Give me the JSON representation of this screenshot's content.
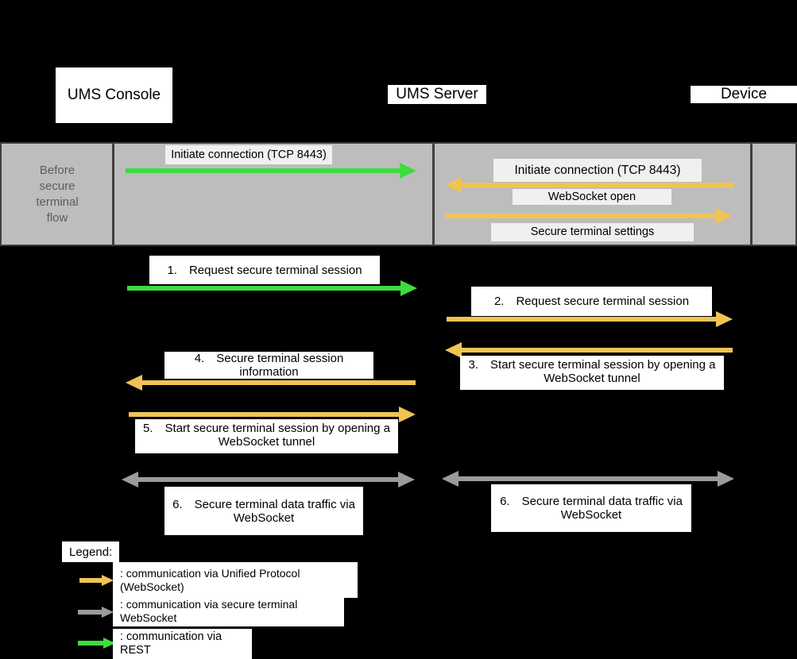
{
  "colors": {
    "page_bg": "#000000",
    "rest_green": "#3edc3e",
    "unified_orange": "#efc455",
    "ws_gray": "#9b9b9b",
    "band_bg": "#bdbdbd",
    "band_line": "#3f3f3f",
    "band_text": "#5c5c5c",
    "band_label_bg": "#f0f0f0",
    "label_bg": "#ffffff"
  },
  "actors": {
    "console": "UMS Console",
    "server": "UMS Server",
    "device": "Device"
  },
  "before_flow": {
    "title": "Before\nsecure\nterminal\nflow",
    "messages": [
      {
        "label": "Initiate connection (TCP 8443)"
      },
      {
        "label": "Initiate connection (TCP 8443)"
      },
      {
        "label": "WebSocket open"
      },
      {
        "label": "Secure terminal settings"
      }
    ]
  },
  "steps": [
    {
      "num": "1.",
      "label": "Request secure terminal session"
    },
    {
      "num": "2.",
      "label": "Request secure terminal session"
    },
    {
      "num": "3.",
      "label": "Start secure terminal session by opening a WebSocket tunnel"
    },
    {
      "num": "4.",
      "label": "Secure terminal session information"
    },
    {
      "num": "5.",
      "label": "Start secure terminal session by opening a WebSocket tunnel"
    },
    {
      "num": "6.",
      "label": "Secure terminal data traffic via WebSocket"
    },
    {
      "num": "6.",
      "label": "Secure terminal data traffic via WebSocket"
    }
  ],
  "legend": {
    "title": "Legend:",
    "entries": [
      {
        "label": ": communication via Unified Protocol (WebSocket)"
      },
      {
        "label": ": communication via secure terminal WebSocket"
      },
      {
        "label": ": communication via REST"
      }
    ]
  }
}
